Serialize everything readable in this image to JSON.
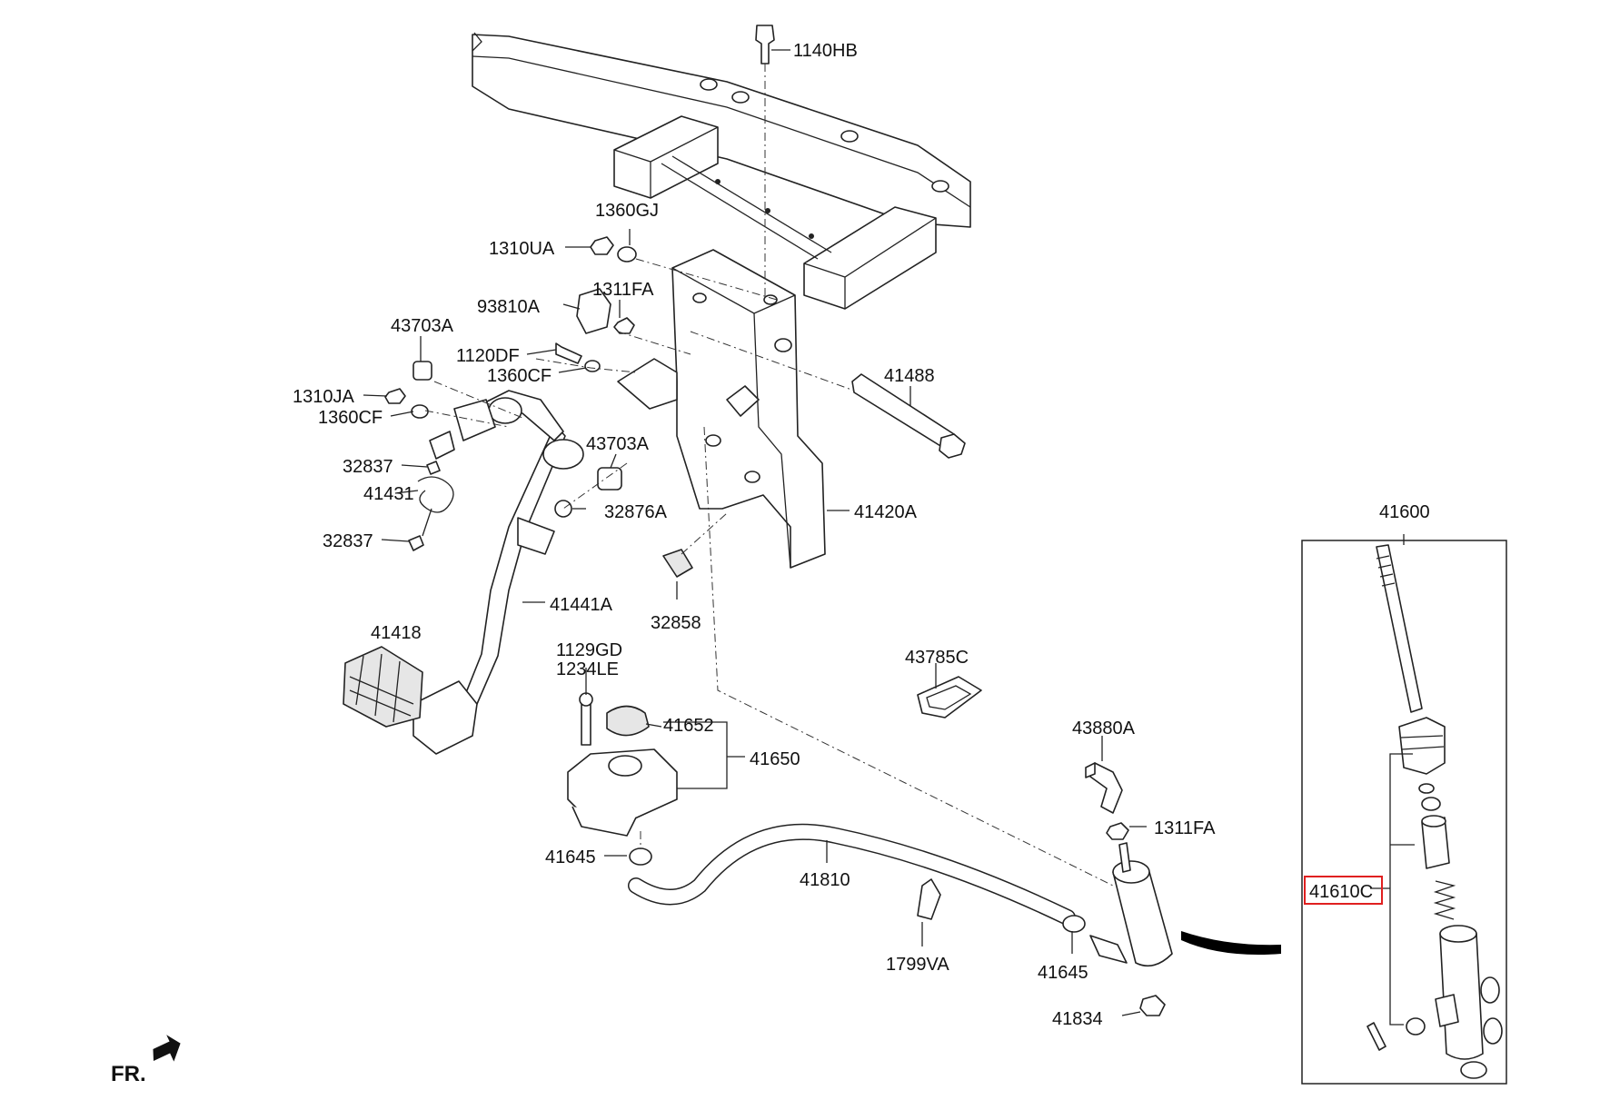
{
  "labels": {
    "p1140HB": "1140HB",
    "p1360GJ": "1360GJ",
    "p1310UA": "1310UA",
    "p1311FA_top": "1311FA",
    "p93810A": "93810A",
    "p43703A_top": "43703A",
    "p1120DF": "1120DF",
    "p1360CF_a": "1360CF",
    "p1310JA": "1310JA",
    "p1360CF_b": "1360CF",
    "p41488": "41488",
    "p43703A_mid": "43703A",
    "p32837_a": "32837",
    "p41431": "41431",
    "p32876A": "32876A",
    "p41420A": "41420A",
    "p32837_b": "32837",
    "p41441A": "41441A",
    "p32858": "32858",
    "p41418": "41418",
    "p1129GD": "1129GD",
    "p1234LE": "1234LE",
    "p43785C": "43785C",
    "p41652": "41652",
    "p41650": "41650",
    "p43880A": "43880A",
    "p1311FA_bot": "1311FA",
    "p41645_a": "41645",
    "p41810": "41810",
    "p1799VA": "1799VA",
    "p41645_b": "41645",
    "p41834": "41834",
    "p41600": "41600",
    "p41610C": "41610C",
    "fr": "FR."
  },
  "highlight_color": "#e02020"
}
